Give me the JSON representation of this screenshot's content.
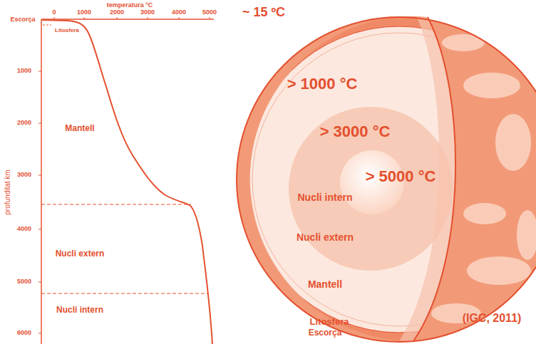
{
  "diagram": {
    "labels": [
      "temperatura ºC",
      "0",
      "1000",
      "2000",
      "3000",
      "4000",
      "5000",
      "Escorça",
      "Litosfera",
      "1000",
      "2000",
      "3000",
      "4000",
      "5000",
      "6000",
      "profunditat km",
      "Mantell",
      "Nucli extern",
      "Nucli intern",
      "~ 15 ºC",
      "> 1000 °C",
      "> 3000 °C",
      "> 5000 °C",
      "Nucli intern",
      "Nucli extern",
      "Mantell",
      "Litosfera",
      "Escorça",
      "(IGC, 2011)"
    ]
  }
}
